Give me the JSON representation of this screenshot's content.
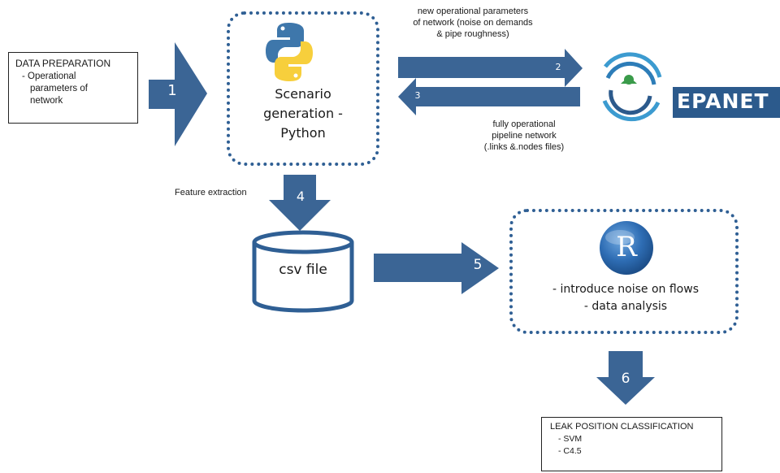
{
  "data_prep": {
    "title": "DATA PREPARATION",
    "items": [
      "-  Operational",
      "parameters of",
      "network"
    ]
  },
  "step1": "1",
  "scenario": {
    "line1": "Scenario",
    "line2": "generation -",
    "line3": "Python"
  },
  "top_note": {
    "line1": "new operational parameters",
    "line2": "of network (noise on demands",
    "line3": "& pipe roughness)"
  },
  "step2": "2",
  "step3": "3",
  "epanet_label": "EPANET",
  "bottom_note": {
    "line1": "fully operational",
    "line2": "pipeline network",
    "line3": "(.links &.nodes files)"
  },
  "feature_extraction": "Feature extraction",
  "step4": "4",
  "csv_label": "csv file",
  "step5": "5",
  "r_logo_letter": "R",
  "r_box": {
    "line1": "- introduce noise on flows",
    "line2": "- data analysis"
  },
  "step6": "6",
  "leak": {
    "title": "LEAK POSITION CLASSIFICATION",
    "items": [
      "-  SVM",
      "-  C4.5"
    ]
  },
  "colors": {
    "arrow": "#3b6595",
    "dotted_border": "#2f5f94",
    "epanet_bg": "#2c5a8c",
    "python_blue": "#3e77ab",
    "python_yellow": "#f7cf3c"
  }
}
